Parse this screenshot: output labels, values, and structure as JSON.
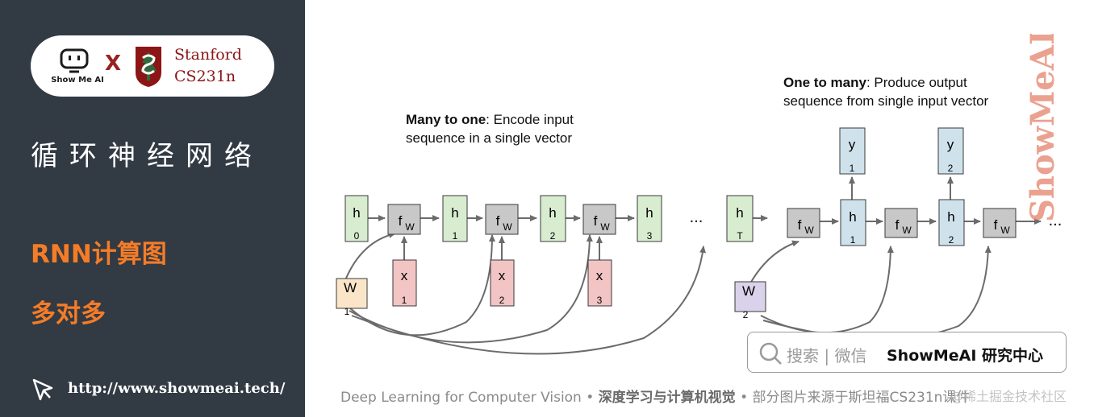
{
  "sidebar": {
    "brand_name": "Show Me AI",
    "logo_x": "X",
    "stanford_word": "Stanford",
    "course_word": "CS231n",
    "section_title": "循环神经网络",
    "topic_title": "RNN计算图",
    "sub_topic": "多对多",
    "url": "http://www.showmeai.tech/"
  },
  "diagram": {
    "many_to_one": {
      "title_bold": "Many to one",
      "title_rest": ": Encode input",
      "line2": "sequence in a single vector"
    },
    "one_to_many": {
      "title_bold": "One to many",
      "title_rest": ": Produce output",
      "line2": "sequence from single input vector"
    },
    "nodes": {
      "h_label": "h",
      "x_label": "x",
      "y_label": "y",
      "f_label": "f",
      "f_sub": "W",
      "w_label": "W",
      "h_subs_left": [
        "0",
        "1",
        "2",
        "3",
        "T"
      ],
      "x_subs": [
        "1",
        "2",
        "3"
      ],
      "w_subs": [
        "1",
        "2"
      ],
      "h_subs_right": [
        "1",
        "2"
      ],
      "y_subs": [
        "1",
        "2"
      ],
      "ellipsis": "..."
    }
  },
  "footer": {
    "part1": "Deep Learning for Computer Vision",
    "sep": "•",
    "part2": "深度学习与计算机视觉",
    "part3": "部分图片来源于斯坦福CS231n课件"
  },
  "search": {
    "label": "搜索 | 微信",
    "name": "ShowMeAI 研究中心"
  },
  "watermark": {
    "vertical": "ShowMeAI",
    "credit": "@稀土掘金技术社区"
  },
  "colors": {
    "panel_bg": "#323a44",
    "orange": "#f57c27",
    "stanford_red": "#8c1515",
    "h_green": "#d8ecd0",
    "x_pink": "#f2c4c4",
    "f_gray": "#c8c8c8",
    "w1_peach": "#fbe5c9",
    "w2_lavender": "#d9d2ea",
    "y_blue": "#cfe2ec",
    "h_blue": "#cfe2ec"
  }
}
